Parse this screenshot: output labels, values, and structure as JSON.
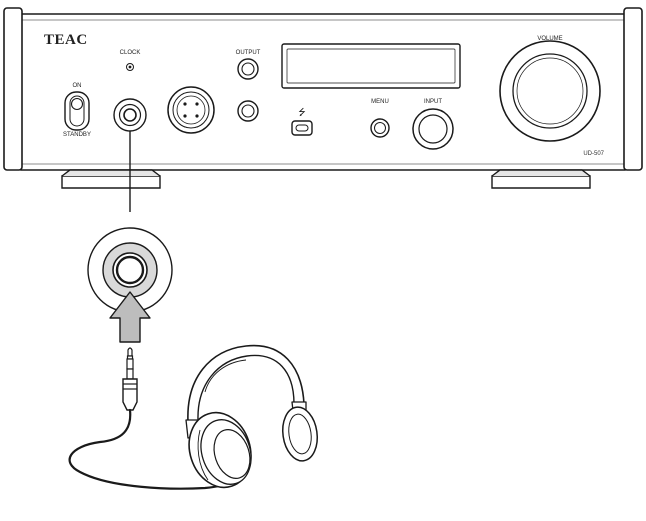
{
  "device": {
    "brand": "TEAC",
    "model": "UD-507",
    "labels": {
      "clock": "CLOCK",
      "output": "OUTPUT",
      "on": "ON",
      "standby": "STANDBY",
      "menu": "MENU",
      "input": "INPUT",
      "volume": "VOLUME",
      "usb": "⭍"
    }
  },
  "colors": {
    "line": "#1a1a1a",
    "panel": "#ffffff",
    "arrow_fill": "#bdbdbd",
    "jack_ring": "#d9d9d9"
  }
}
